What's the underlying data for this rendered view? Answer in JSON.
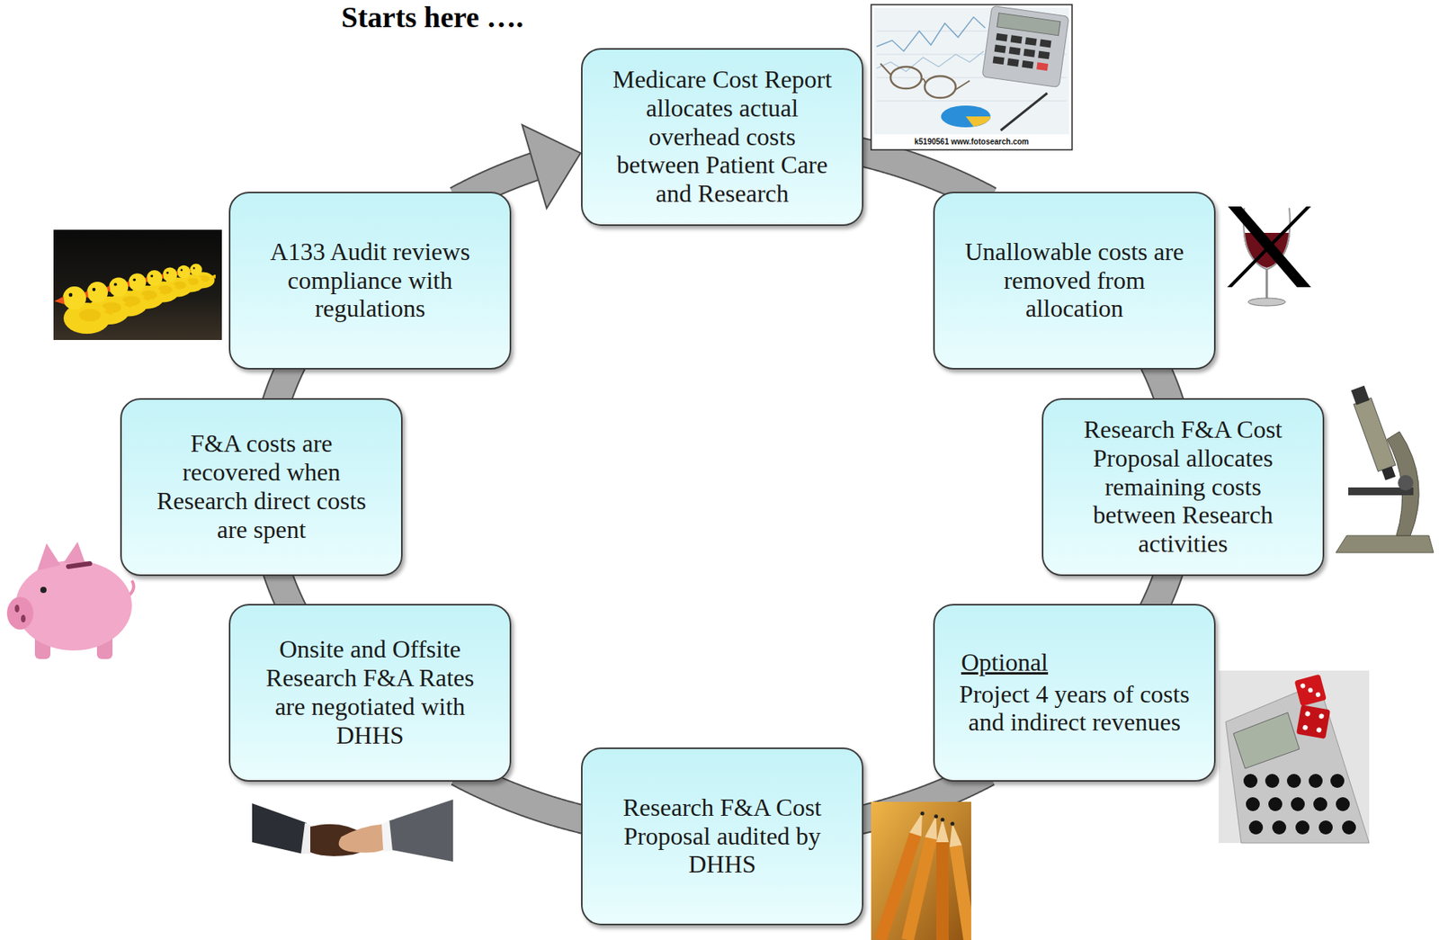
{
  "diagram": {
    "title": "Starts here ….",
    "nodes": [
      {
        "text": [
          "Medicare Cost Report allocates actual overhead costs between Patient Care and Research"
        ]
      },
      {
        "text": [
          "Unallowable costs are removed from allocation"
        ]
      },
      {
        "text": [
          "Research F&A Cost Proposal allocates remaining costs between Research activities"
        ]
      },
      {
        "text": [
          "Optional",
          "Project 4 years of costs and indirect revenues"
        ]
      },
      {
        "text": [
          "Research F&A Cost Proposal audited by DHHS"
        ]
      },
      {
        "text": [
          "Onsite and Offsite Research F&A Rates are negotiated with DHHS"
        ]
      },
      {
        "text": [
          "F&A costs are recovered when Research direct costs are spent"
        ]
      },
      {
        "text": [
          "A133 Audit reviews compliance with regulations"
        ]
      }
    ],
    "edges": [
      {
        "from": 0,
        "to": 1,
        "arrow": "none"
      },
      {
        "from": 1,
        "to": 2,
        "arrow": "none"
      },
      {
        "from": 2,
        "to": 3,
        "arrow": "none"
      },
      {
        "from": 3,
        "to": 4,
        "arrow": "none"
      },
      {
        "from": 4,
        "to": 5,
        "arrow": "none"
      },
      {
        "from": 5,
        "to": 6,
        "arrow": "none"
      },
      {
        "from": 6,
        "to": 7,
        "arrow": "none"
      },
      {
        "from": 7,
        "to": 0,
        "arrow": "to"
      }
    ],
    "labels": [
      "k5190561 www.fotosearch.com"
    ]
  }
}
